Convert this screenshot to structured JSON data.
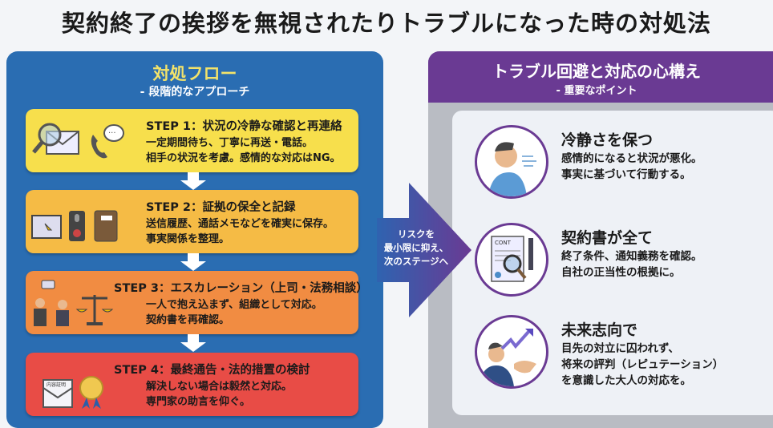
{
  "title": "契約終了の挨拶を無視されたりトラブルになった時の対処法",
  "left": {
    "heading": "対処フロー",
    "subheading": "- 段階的なアプローチ",
    "steps": [
      {
        "title": "STEP 1：状況の冷静な確認と再連絡",
        "lines": [
          "一定期間待ち、丁寧に再送・電話。",
          "相手の状況を考慮。感情的な対応はNG。"
        ],
        "color": "#f7df4c"
      },
      {
        "title": "STEP 2：証拠の保全と記録",
        "lines": [
          "送信履歴、通話メモなどを確実に保存。",
          "事実関係を整理。"
        ],
        "color": "#f5bb45"
      },
      {
        "title": "STEP 3：エスカレーション（上司・法務相談）",
        "lines": [
          "一人で抱え込まず、組織として対応。",
          "契約書を再確認。"
        ],
        "color": "#f18c42"
      },
      {
        "title": "STEP 4：最終通告・法的措置の検討",
        "lines": [
          "解決しない場合は毅然と対応。",
          "専門家の助言を仰ぐ。"
        ],
        "color": "#e84c46"
      }
    ]
  },
  "arrow": {
    "lines": [
      "リスクを",
      "最小限に抑え、",
      "次のステージへ"
    ]
  },
  "right": {
    "heading": "トラブル回避と対応の心構え",
    "subheading": "- 重要なポイント",
    "points": [
      {
        "title": "冷静さを保つ",
        "lines": [
          "感情的になると状況が悪化。",
          "事実に基づいて行動する。"
        ]
      },
      {
        "title": "契約書が全て",
        "lines": [
          "終了条件、通知義務を確認。",
          "自社の正当性の根拠に。"
        ],
        "icon_label": "CONT"
      },
      {
        "title": "未来志向で",
        "lines": [
          "目先の対立に囚われず、",
          "将来の評判（レピュテーション）",
          "を意識した大人の対応を。"
        ]
      }
    ]
  },
  "step4_icon_label": "内容証明"
}
